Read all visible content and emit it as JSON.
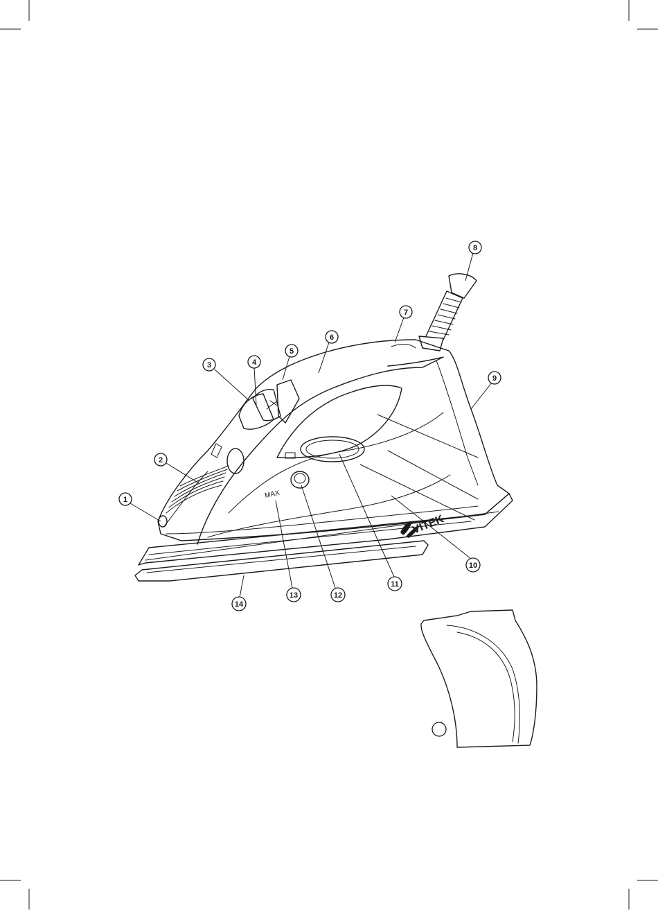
{
  "diagram": {
    "brand_label": "VITEK",
    "max_label": "MAX",
    "callouts": [
      {
        "num": "1",
        "part": "steam-burst-nozzle"
      },
      {
        "num": "2",
        "part": "steam-vent-grooves"
      },
      {
        "num": "3",
        "part": "spray-button"
      },
      {
        "num": "4",
        "part": "steam-burst-button"
      },
      {
        "num": "5",
        "part": "steam-regulator"
      },
      {
        "num": "6",
        "part": "handle"
      },
      {
        "num": "7",
        "part": "indicator-lamp"
      },
      {
        "num": "8",
        "part": "cord-protector"
      },
      {
        "num": "9",
        "part": "heel-rest"
      },
      {
        "num": "10",
        "part": "water-tank"
      },
      {
        "num": "11",
        "part": "temperature-dial"
      },
      {
        "num": "12",
        "part": "self-clean-button"
      },
      {
        "num": "13",
        "part": "max-water-level-mark"
      },
      {
        "num": "14",
        "part": "soleplate"
      }
    ],
    "inset_callout": ""
  },
  "colors": {
    "line": "#1a1a1a",
    "background": "#ffffff"
  }
}
